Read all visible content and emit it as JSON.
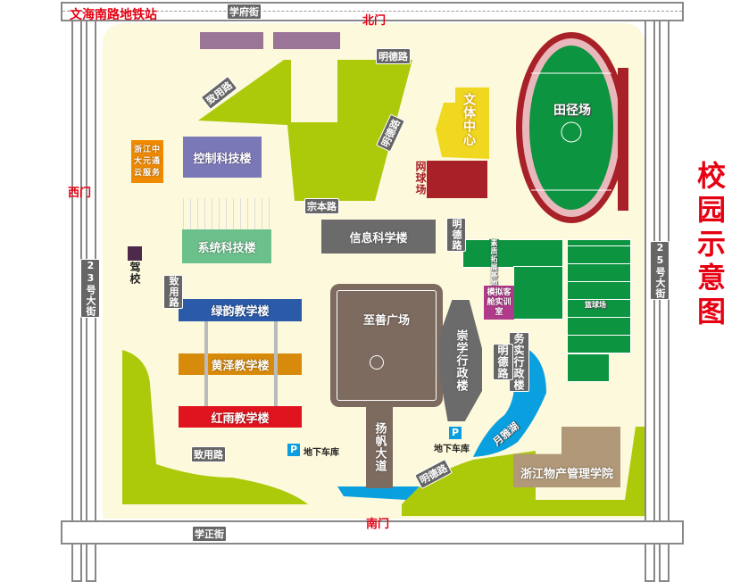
{
  "title": "校园示意图",
  "roads": {
    "north": "学府街",
    "south": "学正街",
    "west": "23号大街",
    "east": "25号大街",
    "metro": "文海南路地铁站"
  },
  "gates": {
    "north": "北门",
    "south": "南门",
    "west": "西门"
  },
  "streets": {
    "zhiyong": "致用路",
    "mingde": "明德路",
    "zongben": "宗本路",
    "yangfan": "扬帆大道"
  },
  "buildings": {
    "control": "控制科技楼",
    "system": "系统科技楼",
    "info": "信息科学楼",
    "lvyun": "绿韵教学楼",
    "huangze": "黄泽教学楼",
    "hongyu": "红雨教学楼",
    "plaza": "至善广场",
    "chongxue": "崇学行政楼",
    "wushi": "务实行政楼",
    "sports_center": "文体中心",
    "tennis": "网球场",
    "track": "田径场",
    "basketball": "篮球场",
    "training": "素质拓展基地",
    "cabin": "模拟客舱实训室",
    "lake": "月雅湖",
    "wuchan": "浙江物产管理学院",
    "service": "浙江中大元通云服务",
    "driving": "驾校",
    "parking": "地下车库",
    "parking_icon": "P"
  },
  "colors": {
    "campus": "#fdf9dc",
    "lawn": "#acc90a",
    "accent": "#e60012",
    "track": "#a82028",
    "field": "#0d9440",
    "lake": "#0aa0e0"
  }
}
